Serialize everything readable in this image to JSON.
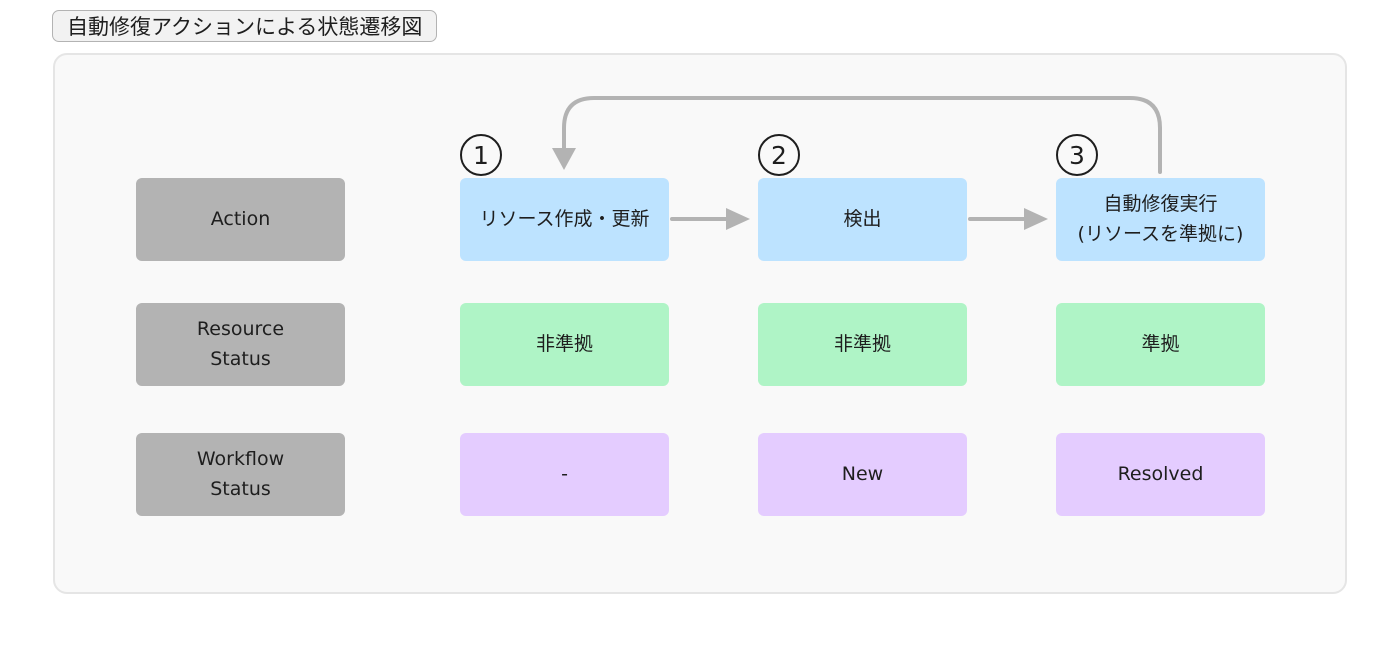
{
  "title": "自動修復アクションによる状態遷移図",
  "row_labels": {
    "action": "Action",
    "resource_status": [
      "Resource",
      "Status"
    ],
    "workflow_status": [
      "Workflow",
      "Status"
    ]
  },
  "steps": [
    {
      "number": "1",
      "action": [
        "リソース作成・更新"
      ],
      "resource_status": "非準拠",
      "workflow_status": "-"
    },
    {
      "number": "2",
      "action": [
        "検出"
      ],
      "resource_status": "非準拠",
      "workflow_status": "New"
    },
    {
      "number": "3",
      "action": [
        "自動修復実行",
        "(リソースを準拠に)"
      ],
      "resource_status": "準拠",
      "workflow_status": "Resolved"
    }
  ],
  "colors": {
    "label_box": "#b3b3b3",
    "action_box": "#bde3ff",
    "resource_box": "#aff4c6",
    "workflow_box": "#e4ccff",
    "arrow": "#b3b3b3",
    "frame_bg": "#f9f9f9"
  }
}
